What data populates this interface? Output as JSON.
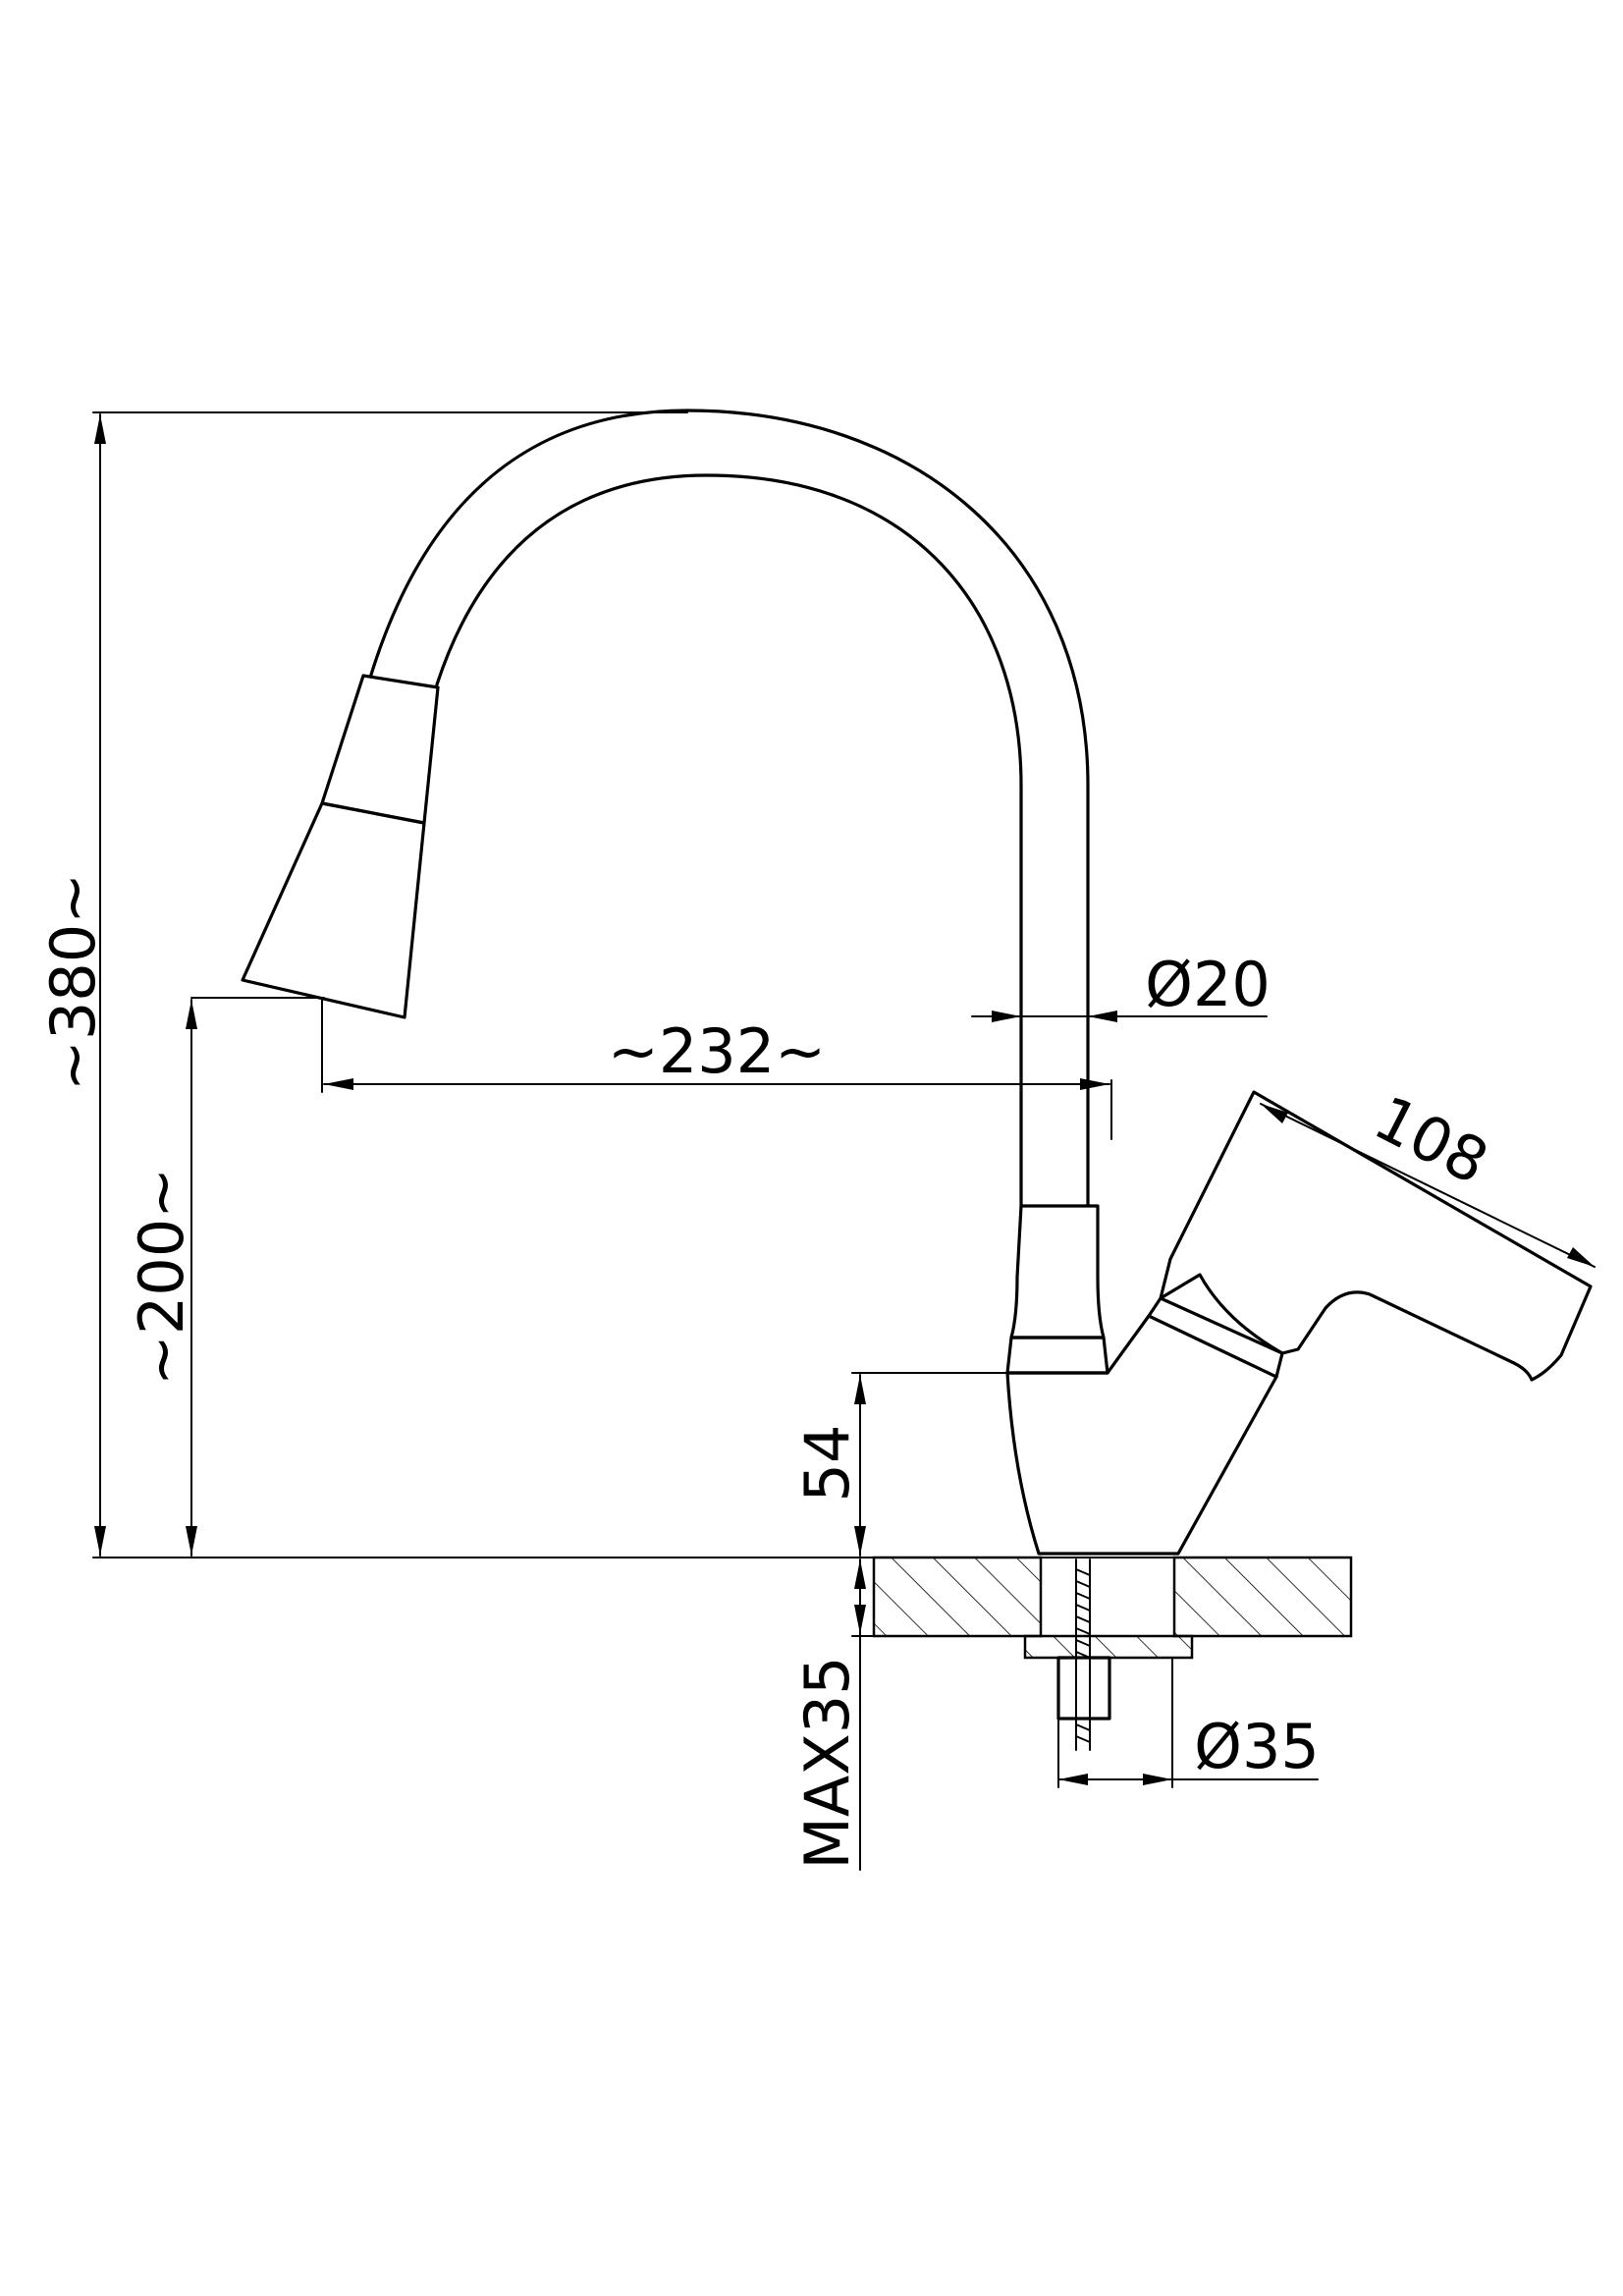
{
  "drawing": {
    "subject": "faucet-technical-drawing",
    "line_color": "#000000",
    "background": "#ffffff"
  },
  "dimensions": {
    "total_height": "~380~",
    "spout_height": "~200~",
    "spout_reach": "~232~",
    "spout_diameter": "Ø20",
    "handle_length": "108",
    "body_height": "54",
    "max_counter_thickness": "MAX35",
    "mount_diameter": "Ø35"
  }
}
